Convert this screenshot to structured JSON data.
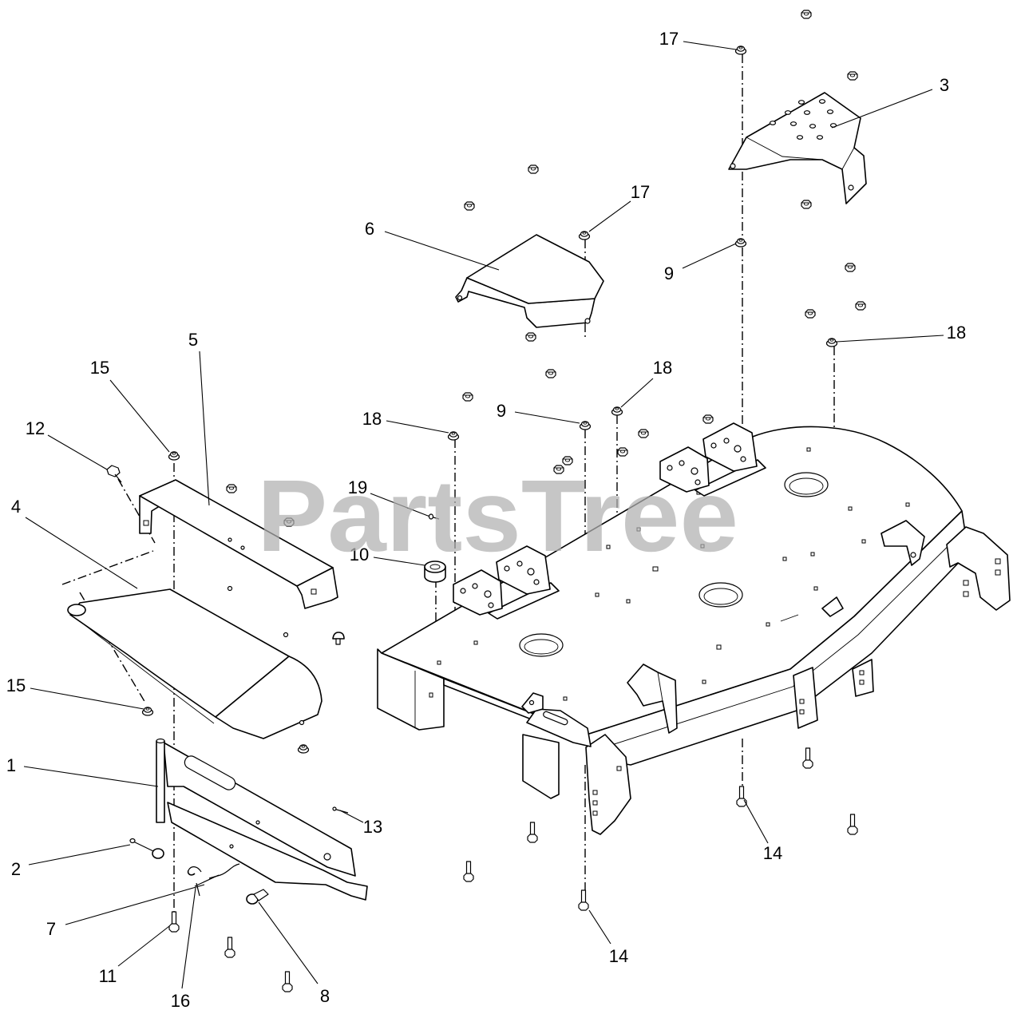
{
  "diagram": {
    "watermark": "PartsTree",
    "callouts": [
      "17",
      "3",
      "17",
      "6",
      "9",
      "18",
      "5",
      "15",
      "18",
      "9",
      "18",
      "12",
      "4",
      "19",
      "10",
      "15",
      "1",
      "13",
      "2",
      "14",
      "7",
      "14",
      "11",
      "16",
      "8"
    ]
  }
}
